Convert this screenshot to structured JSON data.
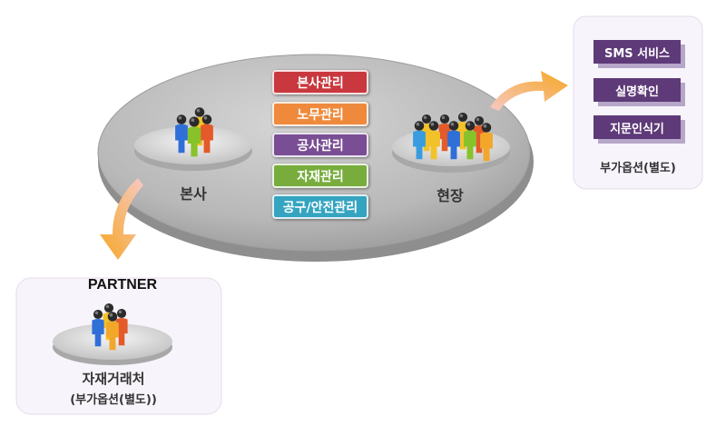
{
  "hq": {
    "label": "본사"
  },
  "site": {
    "label": "현장"
  },
  "modules": [
    {
      "label": "본사관리",
      "color": "#c9383e"
    },
    {
      "label": "노무관리",
      "color": "#ef8a3c"
    },
    {
      "label": "공사관리",
      "color": "#7a4e94"
    },
    {
      "label": "자재관리",
      "color": "#78ad3e"
    },
    {
      "label": "공구/안전관리",
      "color": "#34a4c0"
    }
  ],
  "options": {
    "items": [
      {
        "label": "SMS 서비스"
      },
      {
        "label": "실명확인"
      },
      {
        "label": "지문인식기"
      }
    ],
    "caption": "부가옵션(별도)"
  },
  "partner": {
    "title": "PARTNER",
    "label": "자재거래처",
    "sublabel": "(부가옵션(별도))"
  },
  "colors": {
    "panel_fill": "#f8f4fb",
    "option_button": "#5e3a78",
    "arrow_start": "#f7c9c3",
    "arrow_end": "#f6a623"
  }
}
